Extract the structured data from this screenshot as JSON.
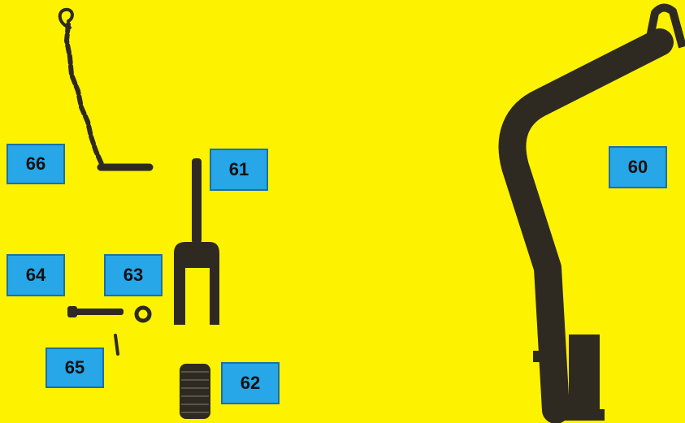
{
  "colors": {
    "background": "#fdf200",
    "callout_fill": "#27a6e8",
    "callout_border": "#1c6fa8",
    "part_dark": "#2e2a22"
  },
  "callouts": {
    "part_60": "60",
    "part_61": "61",
    "part_62": "62",
    "part_63": "63",
    "part_64": "64",
    "part_65": "65",
    "part_66": "66"
  }
}
